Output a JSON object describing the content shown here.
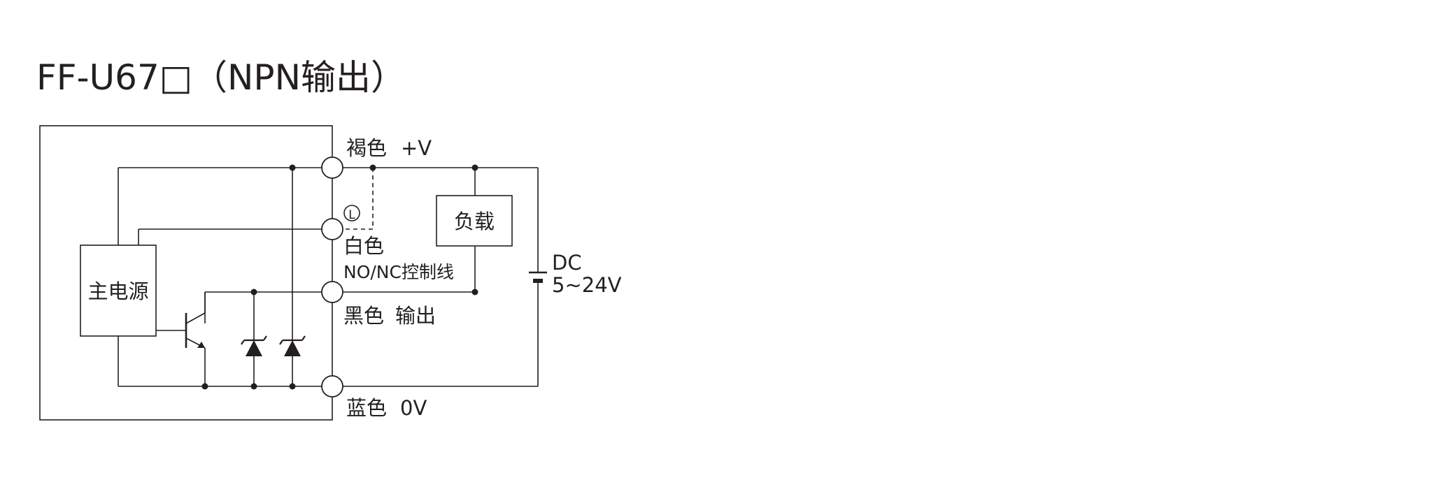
{
  "title": "FF-U67□（NPN输出）",
  "diagram": {
    "main_power_label": "主电源",
    "load_label": "负载",
    "wires": {
      "brown": {
        "color_name": "褐色",
        "signal": "+V"
      },
      "white": {
        "color_name": "白色",
        "signal": "NO/NC控制线"
      },
      "black": {
        "color_name": "黑色",
        "signal": "输出"
      },
      "blue": {
        "color_name": "蓝色",
        "signal": "0V"
      }
    },
    "supply": {
      "type": "DC",
      "range": "5~24V"
    },
    "option_marker": "L"
  }
}
